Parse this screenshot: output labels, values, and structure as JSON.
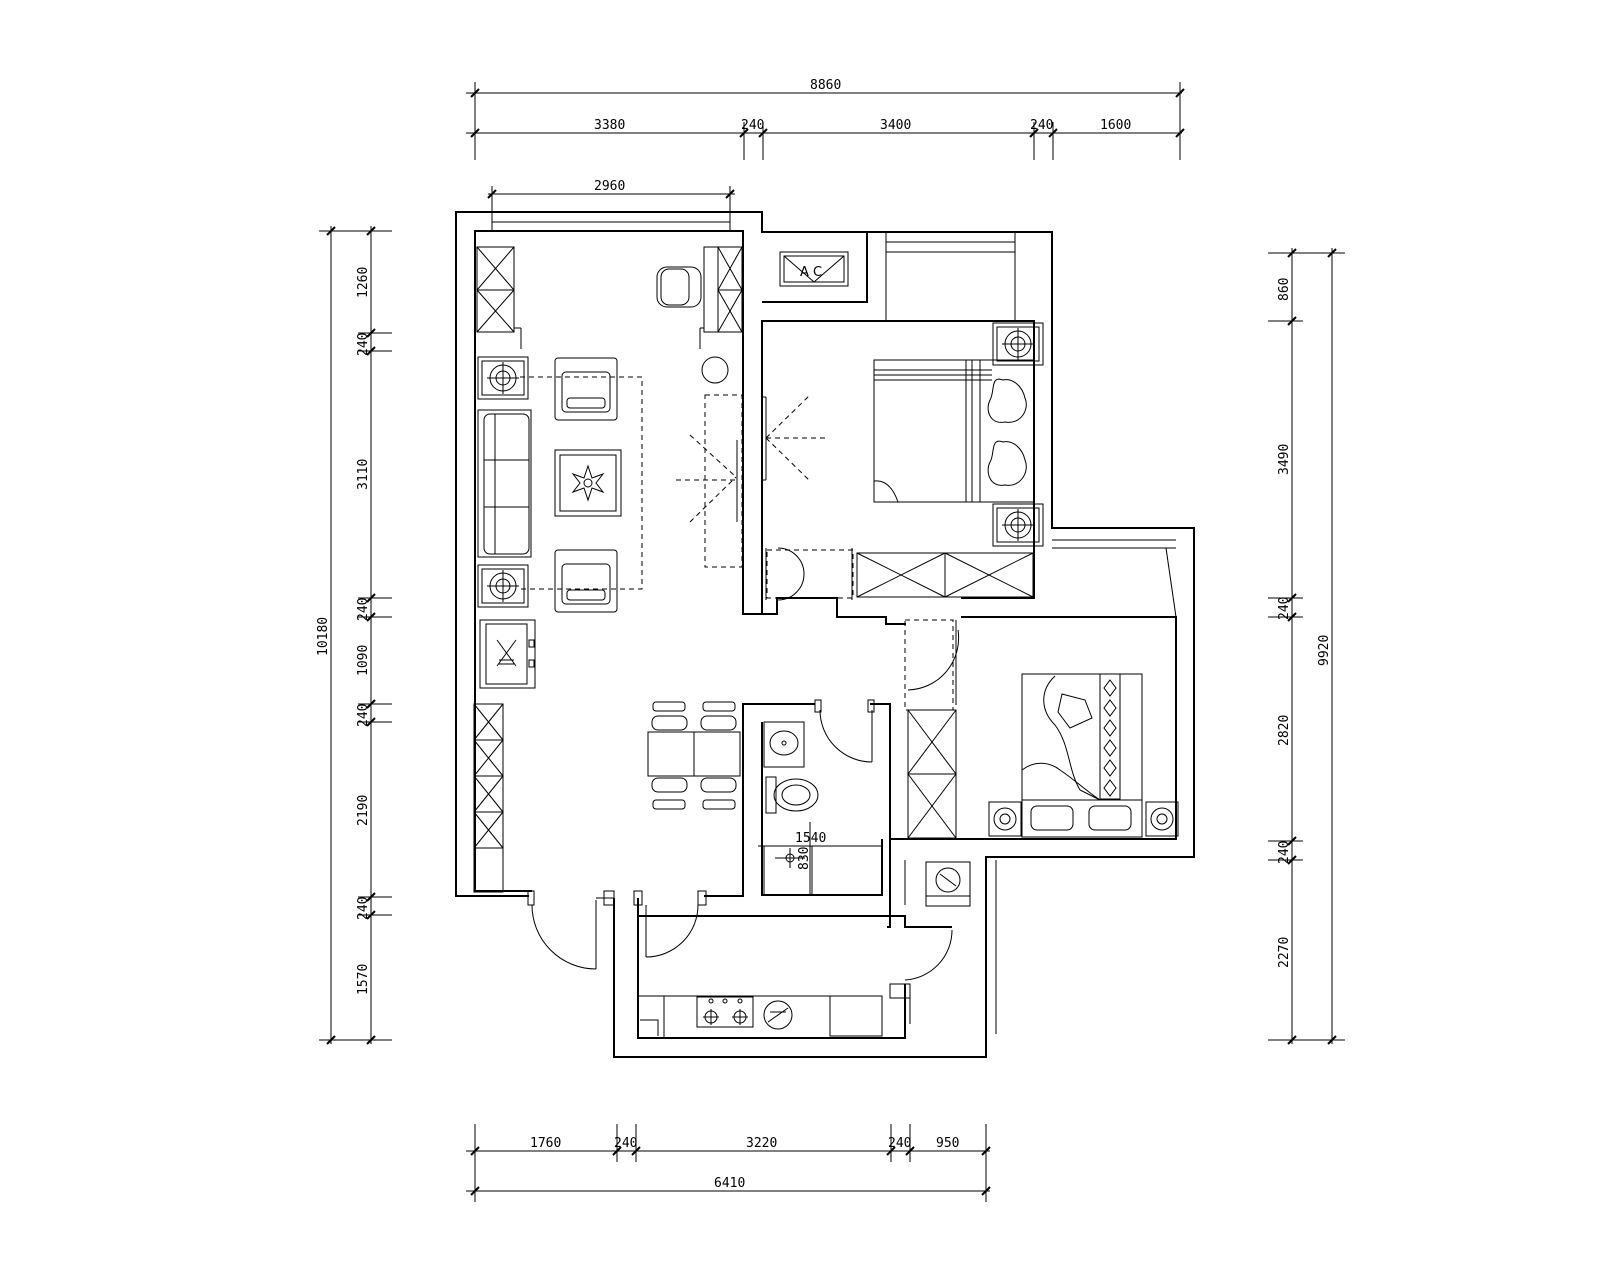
{
  "dimensions": {
    "top_total": "8860",
    "top_segments": [
      "3380",
      "240",
      "3400",
      "240",
      "1600"
    ],
    "living_window": "2960",
    "left_total": "10180",
    "left_segments": [
      "1260",
      "240",
      "3110",
      "240",
      "1090",
      "240",
      "2190",
      "240",
      "1570"
    ],
    "right_total": "9920",
    "right_segments": [
      "860",
      "3490",
      "240",
      "2820",
      "240",
      "2270"
    ],
    "bottom_segments": [
      "1760",
      "240",
      "3220",
      "240",
      "950"
    ],
    "bottom_total": "6410",
    "bath_width": "1540",
    "bath_depth": "830"
  },
  "labels": {
    "ac_unit": "A C"
  }
}
